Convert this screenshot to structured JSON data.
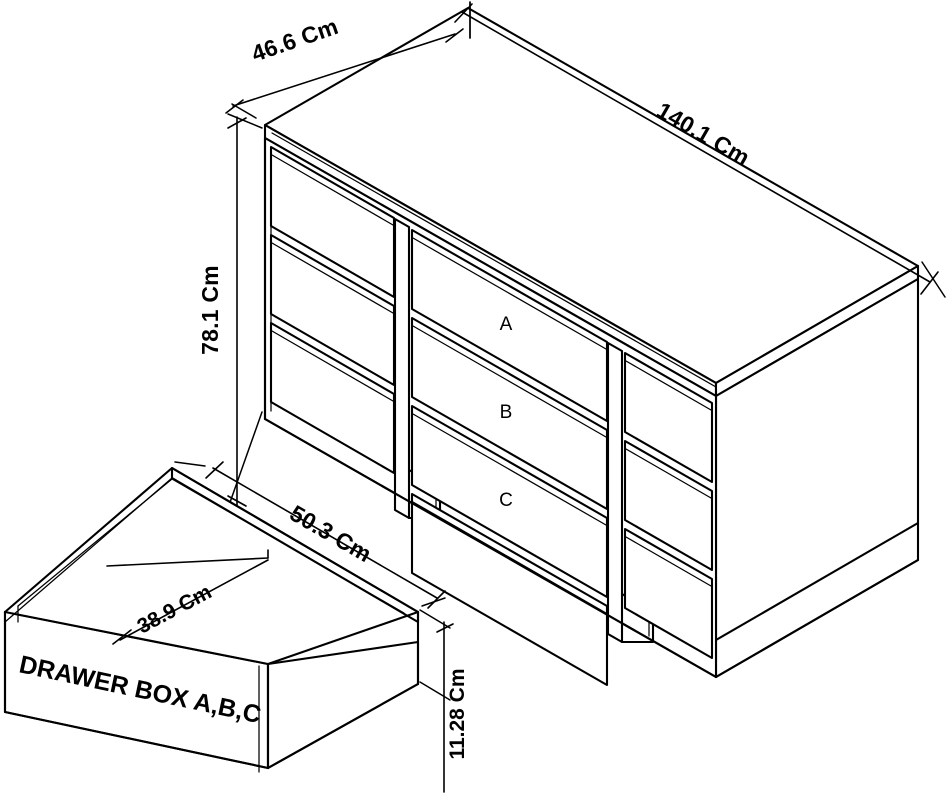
{
  "document": {
    "type": "isometric-dimension-drawing",
    "subject": "9-drawer sideboard / chest of drawers",
    "background_color": "#ffffff",
    "line_color": "#000000"
  },
  "cabinet": {
    "name": "sideboard-cabinet",
    "columns": 3,
    "drawers_per_column": 3,
    "dimensions": {
      "depth": {
        "value": "46.6 Cm",
        "label": "46.6 Cm",
        "axis": "depth"
      },
      "width": {
        "value": "140.1 Cm",
        "label": "140.1 Cm",
        "axis": "width"
      },
      "height": {
        "value": "78.1 Cm",
        "label": "78.1 Cm",
        "axis": "height"
      }
    },
    "drawer_labels": {
      "top": "A",
      "middle": "B",
      "bottom": "C"
    }
  },
  "drawer_box": {
    "name": "drawer-box-detail",
    "caption": "DRAWER BOX A,B,C",
    "dimensions": {
      "length": {
        "value": "50.3 Cm",
        "label": "50.3 Cm",
        "axis": "length"
      },
      "width": {
        "value": "38.9 Cm",
        "label": "38.9 Cm",
        "axis": "width"
      },
      "height": {
        "value": "11.28 Cm",
        "label": "11.28 Cm",
        "axis": "height"
      }
    }
  },
  "units": "Cm"
}
